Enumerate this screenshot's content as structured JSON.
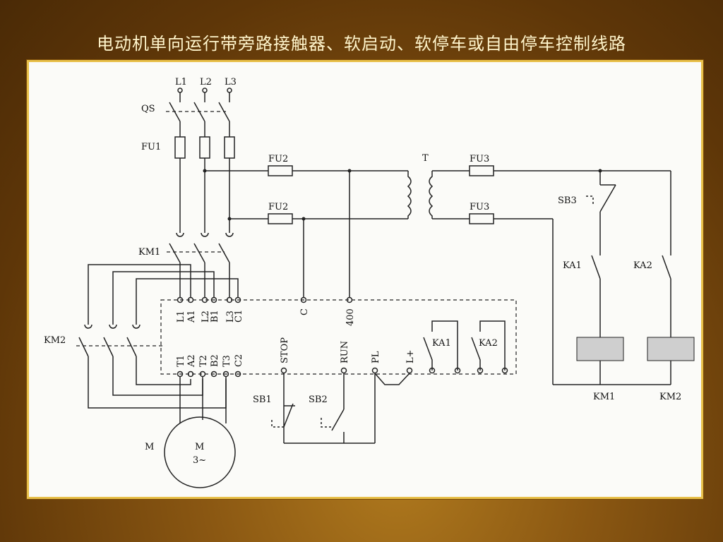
{
  "slide": {
    "title": "电动机单向运行带旁路接触器、软启动、软停车或自由停车控制线路"
  },
  "labels": {
    "L1": "L1",
    "L2": "L2",
    "L3": "L3",
    "QS": "QS",
    "FU1": "FU1",
    "FU2_top": "FU2",
    "FU2_bottom": "FU2",
    "T": "T",
    "FU3_top": "FU3",
    "FU3_bottom": "FU3",
    "SB3": "SB3",
    "KM1_contacts": "KM1",
    "KM2_contacts": "KM2",
    "KA1_coil_contact": "KA1",
    "KA2_coil_contact": "KA2",
    "KM1_coil": "KM1",
    "KM2_coil": "KM2",
    "M": "M",
    "motor_line1": "M",
    "motor_line2": "3~",
    "SB1": "SB1",
    "SB2": "SB2",
    "KA1_inner": "KA1",
    "KA2_inner": "KA2"
  },
  "softstarter": {
    "top_terminals": [
      "L1",
      "A1",
      "L2",
      "B1",
      "L3",
      "C1"
    ],
    "bottom_terminals": [
      "T1",
      "A2",
      "T2",
      "B2",
      "T3",
      "C2"
    ],
    "control_top": [
      "C",
      "400"
    ],
    "control_bottom": [
      "STOP",
      "RUN",
      "PL",
      "L+"
    ]
  }
}
